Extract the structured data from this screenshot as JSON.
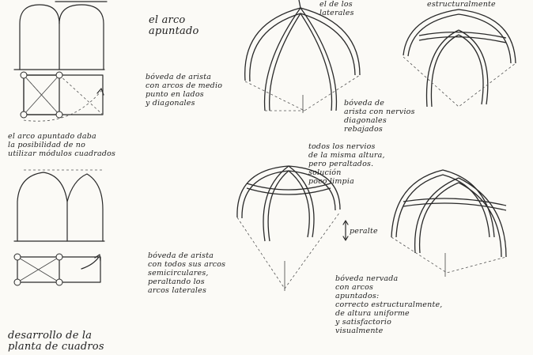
{
  "labels": {
    "top_left_heading": "",
    "title_arch": "el arco\napuntado",
    "lateral_top": "el de los\nlaterales",
    "structural_top": "estructuralmente",
    "groin_semicircular": "bóveda de arista\ncon arcos de medio\npunto en lados\ny diagonales",
    "groin_lowered": "bóveda de\narista con nervios\ndiagonales\nrebajados",
    "pointed_possibility": "el arco apuntado daba\nla posibilidad de no\nutilizar módulos cuadrados",
    "ribs_same_height": "todos los nervios\nde la misma altura,\npero peraltados.\nsolución\npoco limpia",
    "vertical_label": "peralte",
    "groin_all_semicircular": "bóveda de arista\ncon todos sus arcos\nsemicirculares,\nperaltando los\narcos laterales",
    "ribbed_pointed": "bóveda nervada\ncon arcos\napuntados:\ncorrecto estructuralmente,\nde altura uniforme\ny satisfactorio\nvisualmente",
    "development": "desarrollo de la\nplanta de cuadros"
  },
  "colors": {
    "paper": "#fbfaf6",
    "ink": "#2a2a2a"
  }
}
